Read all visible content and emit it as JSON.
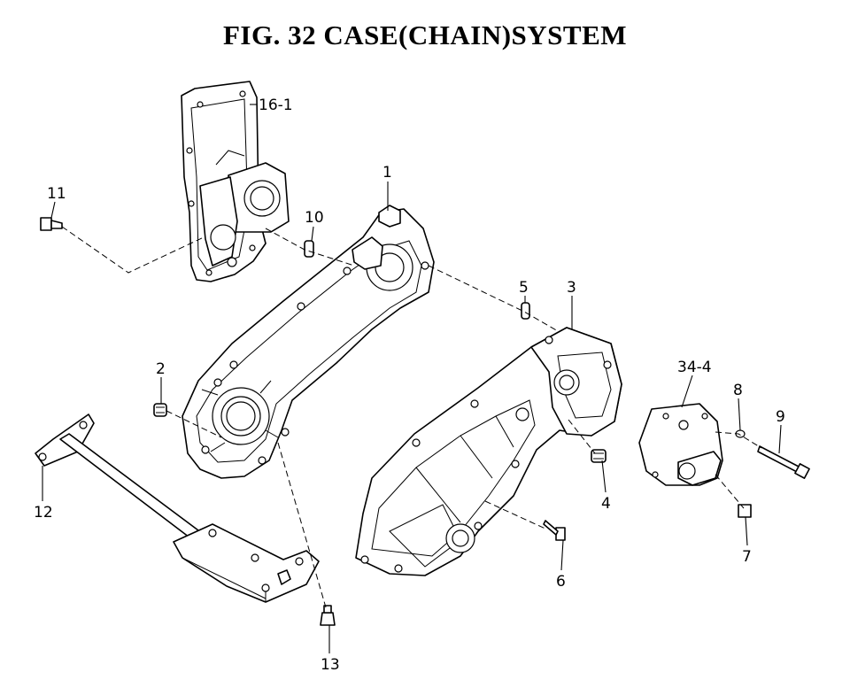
{
  "title": "FIG. 32  CASE(CHAIN)SYSTEM",
  "callouts": {
    "p1": "1",
    "p2": "2",
    "p3": "3",
    "p4": "4",
    "p5": "5",
    "p6": "6",
    "p7": "7",
    "p8": "8",
    "p9": "9",
    "p10": "10",
    "p11": "11",
    "p12": "12",
    "p13": "13",
    "p16_1": "16-1",
    "p34_4": "34-4"
  }
}
